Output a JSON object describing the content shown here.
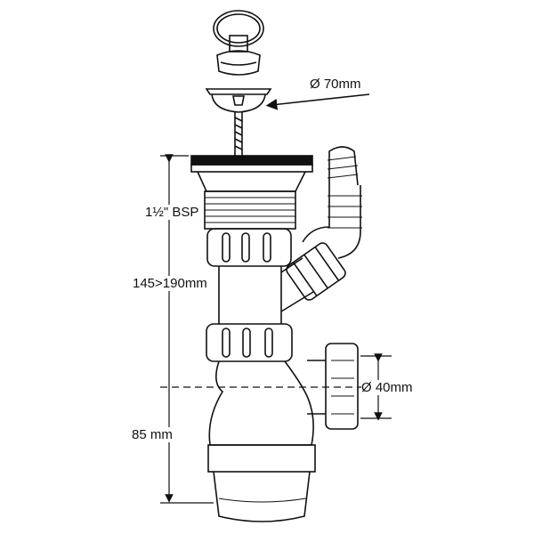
{
  "labels": {
    "plug_diameter": "Ø 70mm",
    "thread": "1½\" BSP",
    "height_range": "145>190mm",
    "outlet_diameter": "Ø 40mm",
    "trap_depth": "85 mm"
  }
}
